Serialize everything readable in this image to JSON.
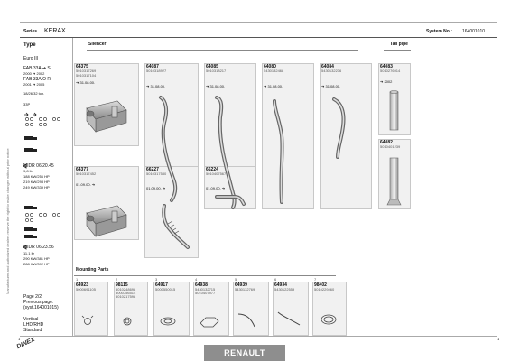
{
  "header": {
    "series_label": "Series",
    "series_value": "KERAX",
    "system_label": "System No.:",
    "system_value": "164001010"
  },
  "spine_text": "Manufacturer and authorized dealers reserve the right to make changes without prior notice",
  "type_col": {
    "title": "Type",
    "euro": "Euro III",
    "line1": "FAB 33A ➔ S",
    "line2": "2000 ➔ 2002",
    "line3": "FAB 33A/O R",
    "line4": "2001 ➔ 2005",
    "weight": "18/26/32 ton.",
    "axle": "33P",
    "engine1": {
      "name": "MIDR 06.20.45",
      "disp": "9,8 ltr",
      "p1": "188 KW/256 HP",
      "p2": "219 KW/298 HP",
      "p3": "249 KW/339 HP"
    },
    "engine2": {
      "name": "MIDR 06.23.56",
      "disp": "11,1 ltr",
      "p1": "290 KW/381 HP",
      "p2": "288 KW/392 HP"
    },
    "page": "Page 2/2",
    "prev_label": "Previous page:",
    "prev_value": "(syst.164001015)",
    "mount1": "Vertical",
    "mount2": "LHD/RHD",
    "mount3": "Standard"
  },
  "sections": {
    "silencer": "Silencer",
    "tailpipe": "Tail pipe",
    "mounting": "Mounting Parts"
  },
  "parts_top": [
    {
      "num": "64375",
      "oem1": "5010317269",
      "oem2": "5010317104",
      "note": "➔ 31.08.00."
    },
    {
      "num": "64087",
      "oem1": "5010318927",
      "oem2": "",
      "note": "➔ 31.08.00."
    },
    {
      "num": "64085",
      "oem1": "5010318217",
      "oem2": "",
      "note": "➔ 31.08.00."
    },
    {
      "num": "64080",
      "oem1": "5430132468",
      "oem2": "",
      "note": "➔ 31.08.00."
    },
    {
      "num": "64084",
      "oem1": "5430132236",
      "oem2": "",
      "note": "➔ 31.08.00."
    },
    {
      "num": "64083",
      "oem1": "5010276914",
      "oem2": "",
      "note": "➔ 2002"
    },
    {
      "num": "64082",
      "oem1": "5010401239",
      "oem2": "",
      "note": ""
    }
  ],
  "parts_mid": [
    {
      "num": "64377",
      "oem1": "5010317452",
      "note": "01.09.00. ➔"
    },
    {
      "num": "66227",
      "oem1": "5010317580",
      "note": "01.09.00. ➔"
    },
    {
      "num": "66224",
      "oem1": "5010407567",
      "note": "01.09.00. ➔"
    }
  ],
  "mounting_parts": [
    {
      "idx": "1",
      "num": "64923",
      "oem1": "5000691105",
      "oem2": "",
      "oem3": ""
    },
    {
      "idx": "2",
      "num": "98115",
      "oem1": "5010248698",
      "oem2": "5000756514",
      "oem3": "5010217598"
    },
    {
      "idx": "3",
      "num": "64917",
      "oem1": "5000550015",
      "oem2": "",
      "oem3": ""
    },
    {
      "idx": "4",
      "num": "64938",
      "oem1": "5430132715",
      "oem2": "5010407977",
      "oem3": ""
    },
    {
      "idx": "5",
      "num": "64939",
      "oem1": "5430132769",
      "oem2": "",
      "oem3": ""
    },
    {
      "idx": "6",
      "num": "64934",
      "oem1": "5430122559",
      "oem2": "",
      "oem3": ""
    },
    {
      "idx": "7",
      "num": "98402",
      "oem1": "5010229460",
      "oem2": "",
      "oem3": ""
    }
  ],
  "footer": {
    "logo": "DINEX",
    "brand": "RENAULT",
    "page_mark_left": "1",
    "page_mark_right": "1"
  }
}
